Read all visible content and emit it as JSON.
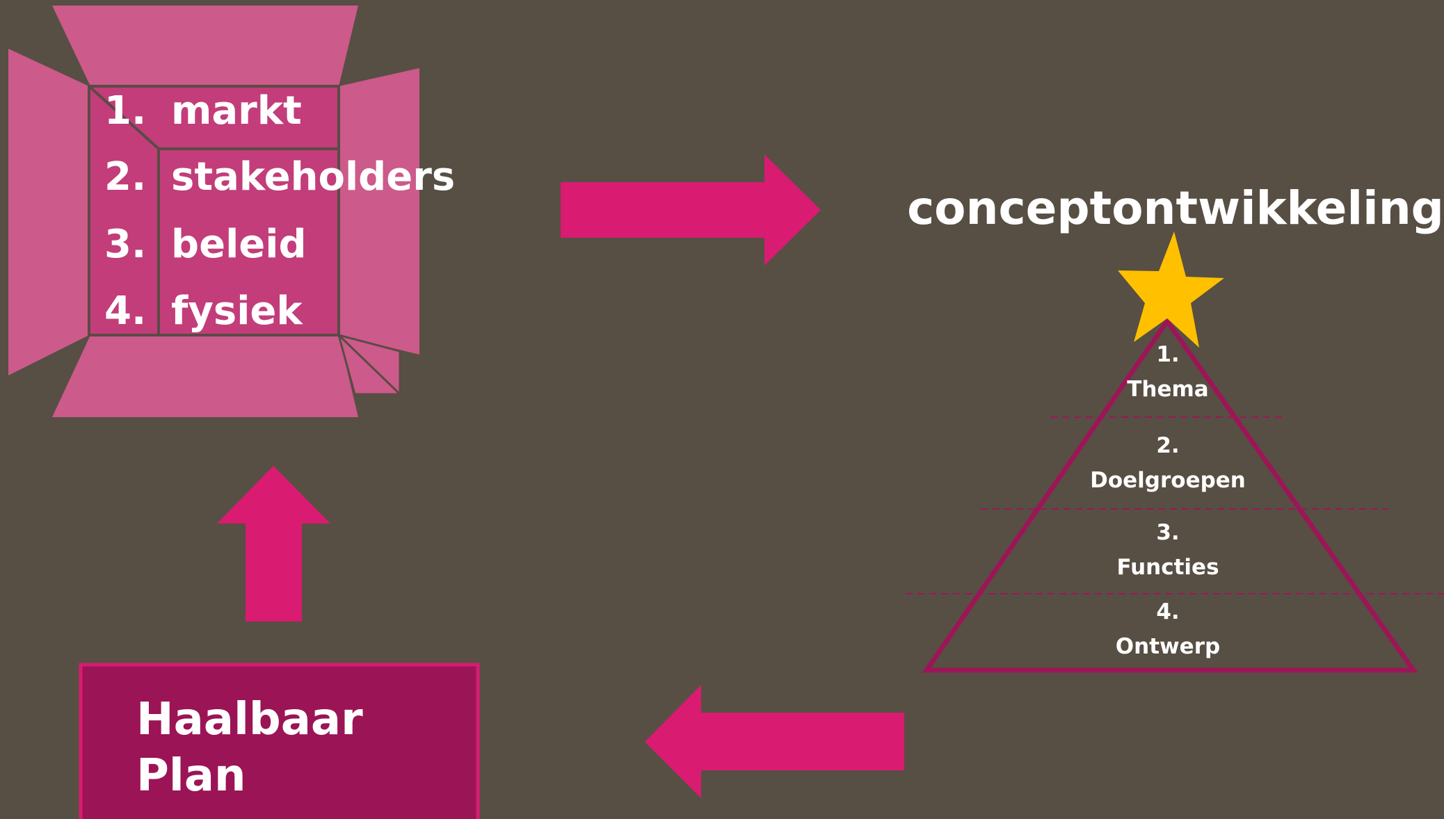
{
  "box": {
    "items": [
      {
        "number": "1.",
        "label": "markt"
      },
      {
        "number": "2.",
        "label": "stakeholders"
      },
      {
        "number": "3.",
        "label": "beleid"
      },
      {
        "number": "4.",
        "label": "fysiek"
      }
    ]
  },
  "concept": {
    "title": "conceptontwikkeling",
    "pyramid": [
      {
        "number": "1.",
        "label": "Thema"
      },
      {
        "number": "2.",
        "label": "Doelgroepen"
      },
      {
        "number": "3.",
        "label": "Functies"
      },
      {
        "number": "4.",
        "label": "Ontwerp"
      }
    ]
  },
  "plan": {
    "line1": "Haalbaar",
    "line2": "Plan"
  },
  "colors": {
    "background": "#574f43",
    "box_light": "#cc5a8a",
    "box_mid": "#c23d7a",
    "arrow": "#d91b72",
    "pyramid_line": "#9c1657",
    "plan_fill": "#9b1456",
    "plan_border": "#d91b72",
    "star": "#ffc000"
  },
  "icons": {
    "box": "open-box-icon",
    "star": "star-icon",
    "arrow_right": "arrow-right-icon",
    "arrow_left": "arrow-left-icon",
    "arrow_up": "arrow-up-icon"
  }
}
